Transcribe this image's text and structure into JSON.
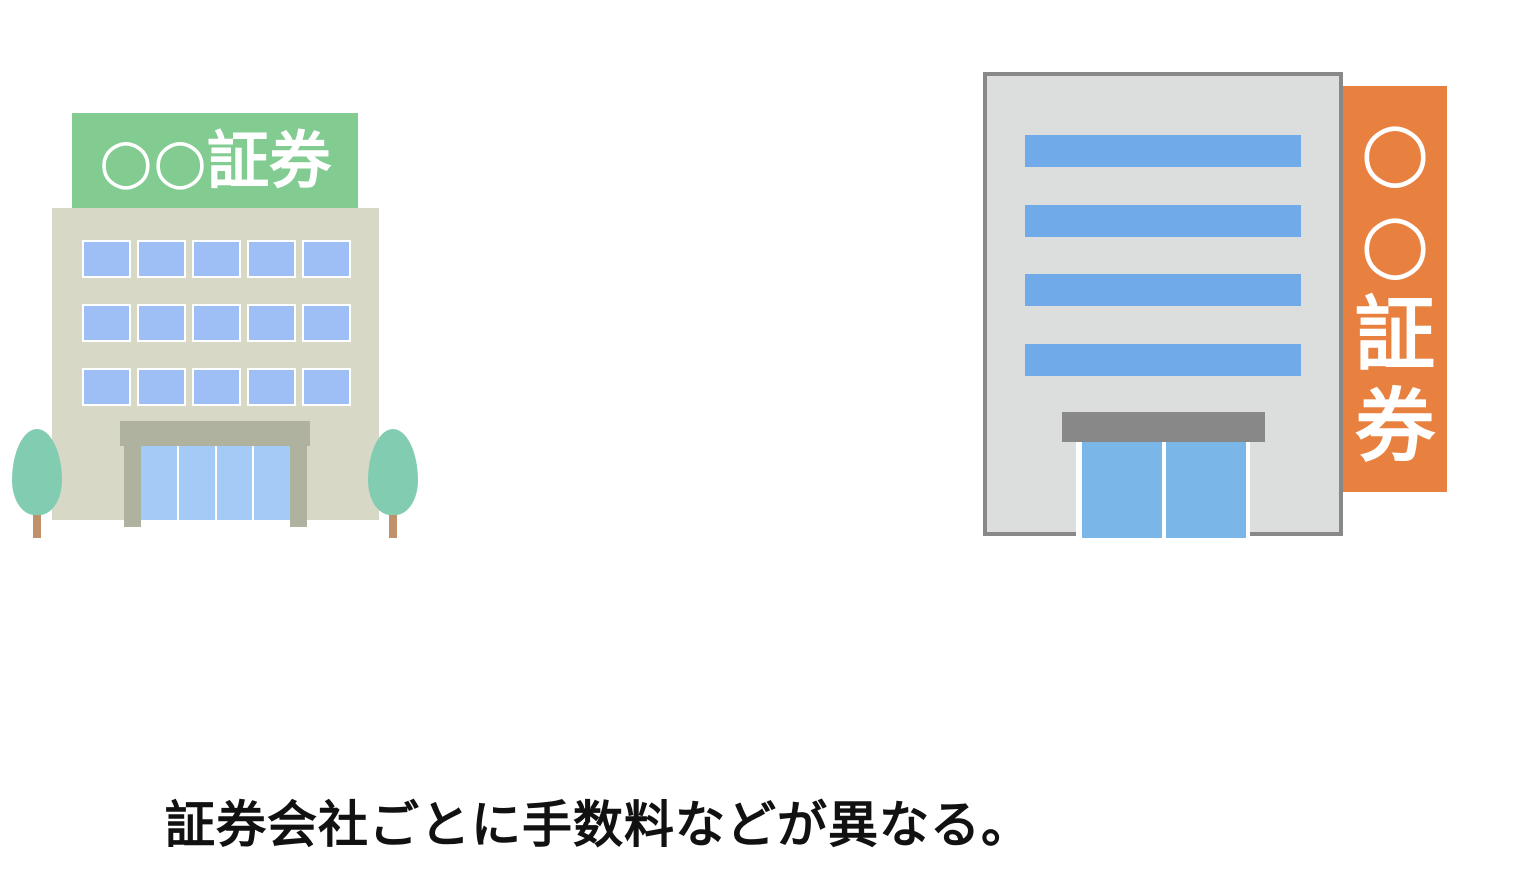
{
  "left_building": {
    "sign": "○○証券"
  },
  "right_building": {
    "sign_chars": [
      "○",
      "○",
      "証",
      "券"
    ]
  },
  "caption": "証券会社ごとに手数料などが異なる。",
  "colors": {
    "green_sign": "#82cc92",
    "orange_sign": "#e88040",
    "window_blue": "#9dbff5",
    "stripe_blue": "#70aae8"
  }
}
